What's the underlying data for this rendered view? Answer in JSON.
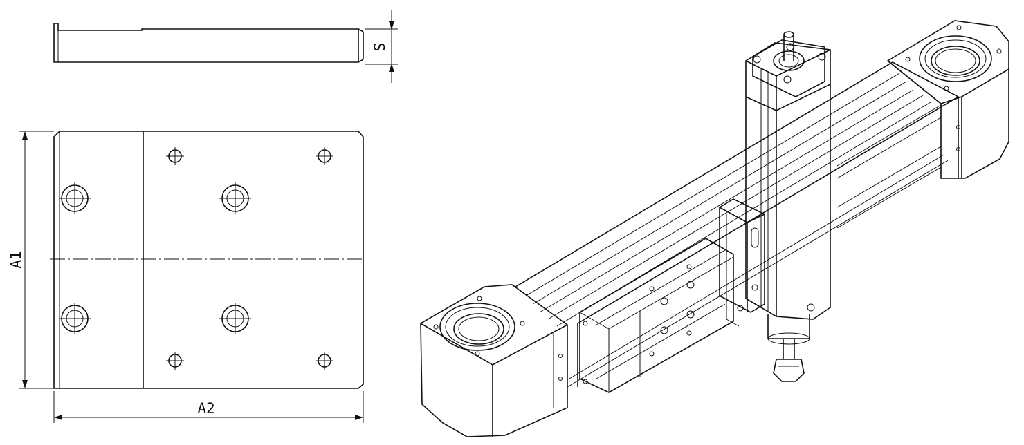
{
  "diagram": {
    "dimensions": {
      "thickness_label": "S",
      "height_label": "A1",
      "width_label": "A2"
    },
    "colors": {
      "line": "#111111",
      "paper": "#ffffff",
      "shade": "#555555"
    }
  }
}
